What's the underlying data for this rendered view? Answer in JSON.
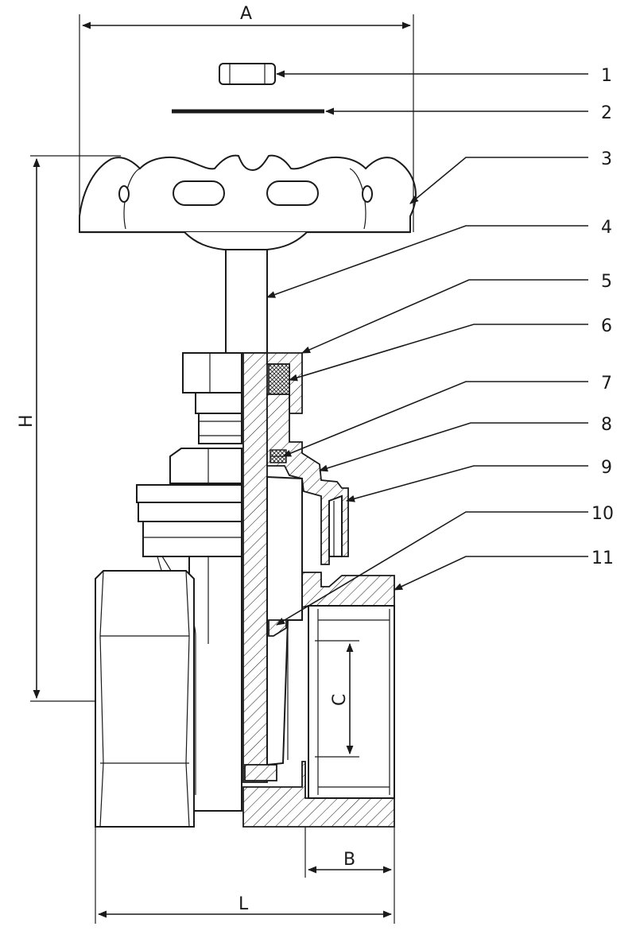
{
  "dimensions": {
    "A": "A",
    "H": "H",
    "C": "C",
    "B": "B",
    "L": "L"
  },
  "parts": [
    {
      "number": "1"
    },
    {
      "number": "2"
    },
    {
      "number": "3"
    },
    {
      "number": "4"
    },
    {
      "number": "5"
    },
    {
      "number": "6"
    },
    {
      "number": "7"
    },
    {
      "number": "8"
    },
    {
      "number": "9"
    },
    {
      "number": "10"
    },
    {
      "number": "11"
    }
  ]
}
